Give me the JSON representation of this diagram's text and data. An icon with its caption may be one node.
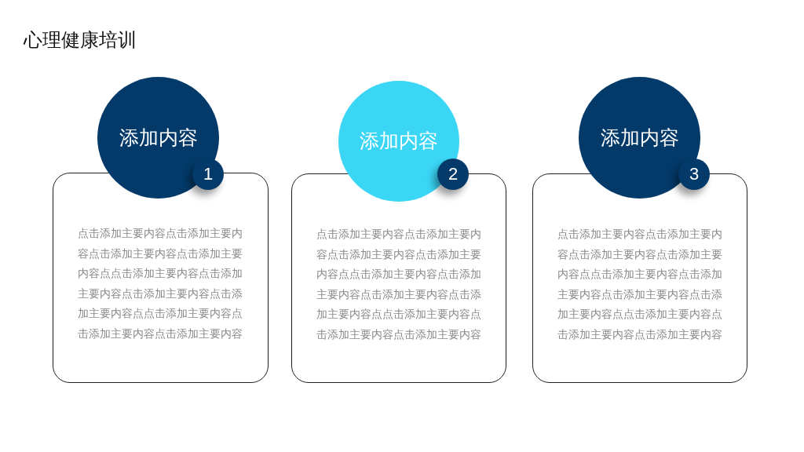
{
  "diagram": {
    "title": "心理健康培训",
    "nodes": [
      {
        "text": [
          "添加内容"
        ]
      },
      {
        "text": [
          "1"
        ]
      },
      {
        "text": [
          "点击添加主要内容点击添加主要内容点击添加主要内容点击添加主要内容点点击添加主要内容点击添加主要内容点击添加主要内容点击添加主要内容点点击添加主要内容点击添加主要内容点击添加主要内容"
        ]
      },
      {
        "text": [
          "添加内容"
        ]
      },
      {
        "text": [
          "2"
        ]
      },
      {
        "text": [
          "点击添加主要内容点击添加主要内容点击添加主要内容点击添加主要内容点点击添加主要内容点击添加主要内容点击添加主要内容点击添加主要内容点点击添加主要内容点击添加主要内容点击添加主要内容"
        ]
      },
      {
        "text": [
          "添加内容"
        ]
      },
      {
        "text": [
          "3"
        ]
      },
      {
        "text": [
          "点击添加主要内容点击添加主要内容点击添加主要内容点击添加主要内容点点击添加主要内容点击添加主要内容点击添加主要内容点击添加主要内容点点击添加主要内容点击添加主要内容点击添加主要内容"
        ]
      }
    ]
  }
}
